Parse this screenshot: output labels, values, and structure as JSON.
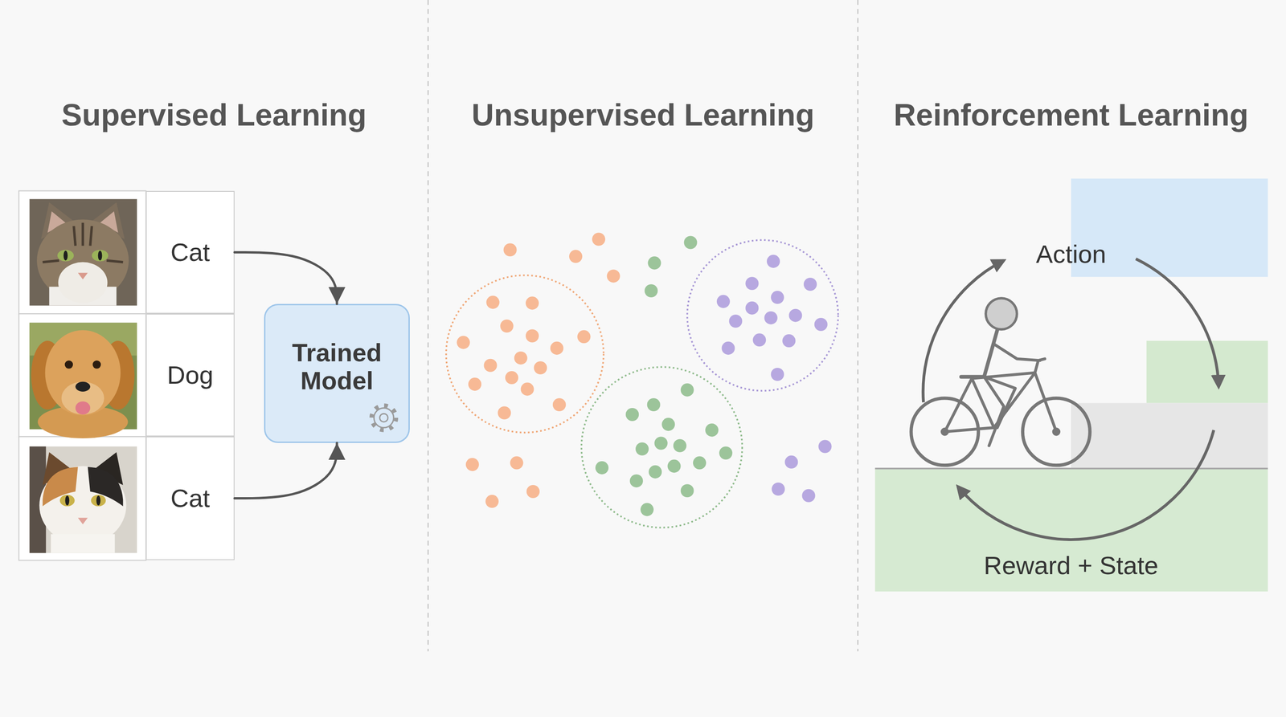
{
  "diagram": {
    "nodes": [
      {
        "text": [
          "Cat"
        ]
      },
      {
        "text": [
          "Dog"
        ]
      },
      {
        "text": [
          "Cat"
        ]
      },
      {
        "text": [
          "Trained Model"
        ]
      }
    ],
    "edges": [
      {
        "from": 0,
        "to": 3,
        "arrow": "to"
      },
      {
        "from": 2,
        "to": 3,
        "arrow": "to"
      }
    ],
    "labels": [
      "Supervised Learning",
      "Unsupervised Learning",
      "Reinforcement Learning",
      "Action",
      "Reward + State"
    ]
  }
}
